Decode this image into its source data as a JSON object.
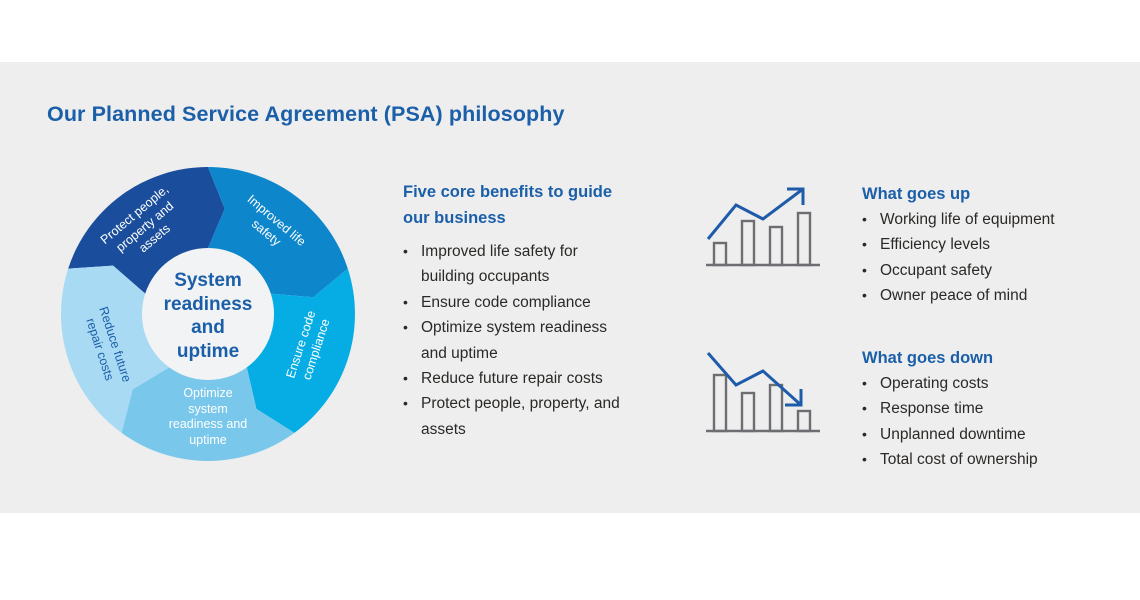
{
  "title": "Our Planned Service Agreement (PSA) philosophy",
  "colors": {
    "heading_blue": "#1B5FA9",
    "body_text": "#2B2926",
    "panel_bg": "#EEEEEF",
    "page_bg": "#FFFFFF",
    "icon_bar_gray": "#6D6E71",
    "icon_arrow_blue": "#1E5CA9"
  },
  "donut": {
    "center": {
      "lines": [
        "System",
        "readiness",
        "and",
        "uptime"
      ],
      "bg": "#F2F3F4",
      "text_color": "#1B5FA9"
    },
    "segments": [
      {
        "name": "protect-people-property-assets",
        "lines": [
          "Protect people,",
          "property and",
          "assets"
        ],
        "color": "#1A4E9C",
        "text_color": "#FFFFFF"
      },
      {
        "name": "improved-life-safety",
        "lines": [
          "Improved life",
          "safety"
        ],
        "color": "#0E86CB",
        "text_color": "#FFFFFF"
      },
      {
        "name": "ensure-code-compliance",
        "lines": [
          "Ensure code",
          "compliance"
        ],
        "color": "#06ADE4",
        "text_color": "#FFFFFF"
      },
      {
        "name": "optimize-system-readiness-uptime",
        "lines": [
          "Optimize",
          "system",
          "readiness and",
          "uptime"
        ],
        "color": "#79C7EB",
        "text_color": "#FFFFFF"
      },
      {
        "name": "reduce-future-repair-costs",
        "lines": [
          "Reduce future",
          "repair costs"
        ],
        "color": "#A8DAF3",
        "text_color": "#1B5FA9"
      }
    ]
  },
  "benefits": {
    "heading_lines": [
      "Five core benefits to guide",
      "our business"
    ],
    "items": [
      "Improved life safety for building occupants",
      "Ensure code compliance",
      "Optimize system readiness and uptime",
      "Reduce future repair costs",
      "Protect people, property, and assets"
    ]
  },
  "goes_up": {
    "heading": "What goes up",
    "icon": "bar-chart-trend-up-icon",
    "items": [
      "Working life of equipment",
      "Efficiency levels",
      "Occupant safety",
      "Owner peace of mind"
    ]
  },
  "goes_down": {
    "heading": "What goes down",
    "icon": "bar-chart-trend-down-icon",
    "items": [
      "Operating costs",
      "Response time",
      "Unplanned downtime",
      "Total cost of ownership"
    ]
  }
}
